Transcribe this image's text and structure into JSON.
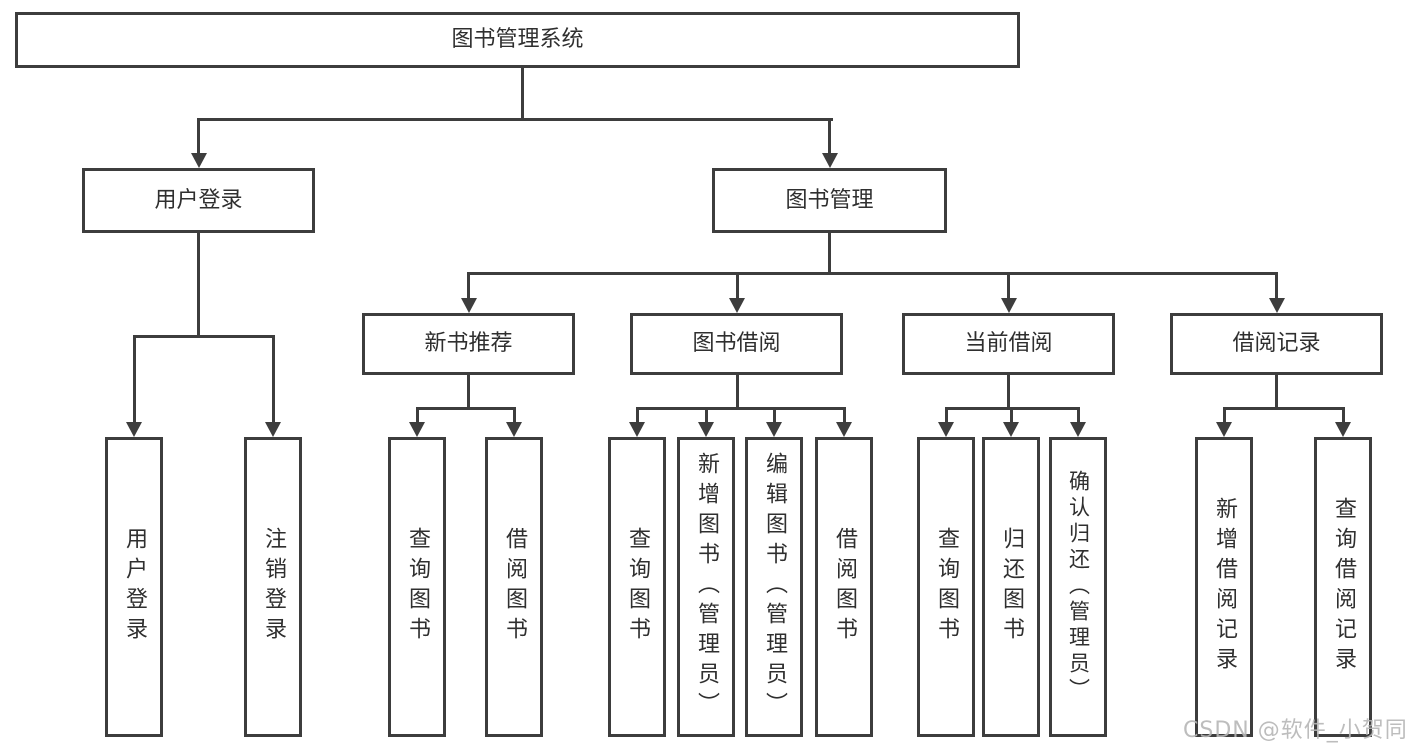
{
  "diagram": {
    "root": {
      "label": "图书管理系统"
    },
    "branches": [
      {
        "label": "用户登录",
        "children": [
          {
            "label": "用户登录"
          },
          {
            "label": "注销登录"
          }
        ]
      },
      {
        "label": "图书管理",
        "children": [
          {
            "label": "新书推荐",
            "children": [
              {
                "label": "查询图书"
              },
              {
                "label": "借阅图书"
              }
            ]
          },
          {
            "label": "图书借阅",
            "children": [
              {
                "label": "查询图书"
              },
              {
                "label": "新增图书（管理员）"
              },
              {
                "label": "编辑图书（管理员）"
              },
              {
                "label": "借阅图书"
              }
            ]
          },
          {
            "label": "当前借阅",
            "children": [
              {
                "label": "查询图书"
              },
              {
                "label": "归还图书"
              },
              {
                "label": "确认归还（管理员）"
              }
            ]
          },
          {
            "label": "借阅记录",
            "children": [
              {
                "label": "新增借阅记录"
              },
              {
                "label": "查询借阅记录"
              }
            ]
          }
        ]
      }
    ]
  },
  "watermark": {
    "text": "CSDN @软件_小贺同学"
  },
  "colors": {
    "line": "#3d3d3d",
    "text": "#2f2f2f",
    "watermark": "#b6b6b6",
    "background": "#ffffff"
  }
}
